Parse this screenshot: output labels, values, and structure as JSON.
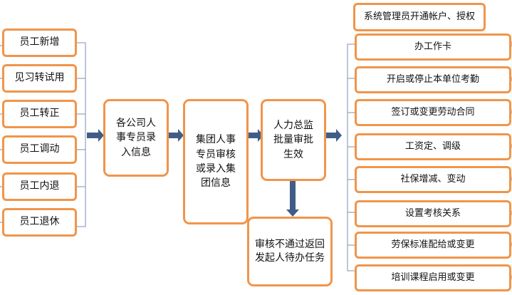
{
  "left_inputs": [
    "员工新增",
    "见习转试用",
    "员工转正",
    "员工调动",
    "员工内退",
    "员工退休"
  ],
  "process": {
    "step1": "各公司人事专员录入信息",
    "step2": "集团人事专员审核或录入集团信息",
    "step3": "人力总监批量审批生效",
    "reject": "审核不通过返回发起人待办任务"
  },
  "outputs": [
    "系统管理员开通帐户、授权",
    "办工作卡",
    "开启或停止本单位考勤",
    "签订或变更劳动合同",
    "工资定、调级",
    "社保增减、变动",
    "设置考核关系",
    "劳保标准配给或变更",
    "培训课程启用或变更"
  ],
  "colors": {
    "box_border": "#f0954a",
    "connector": "#9aa7c2",
    "arrow": "#3f5d87"
  }
}
